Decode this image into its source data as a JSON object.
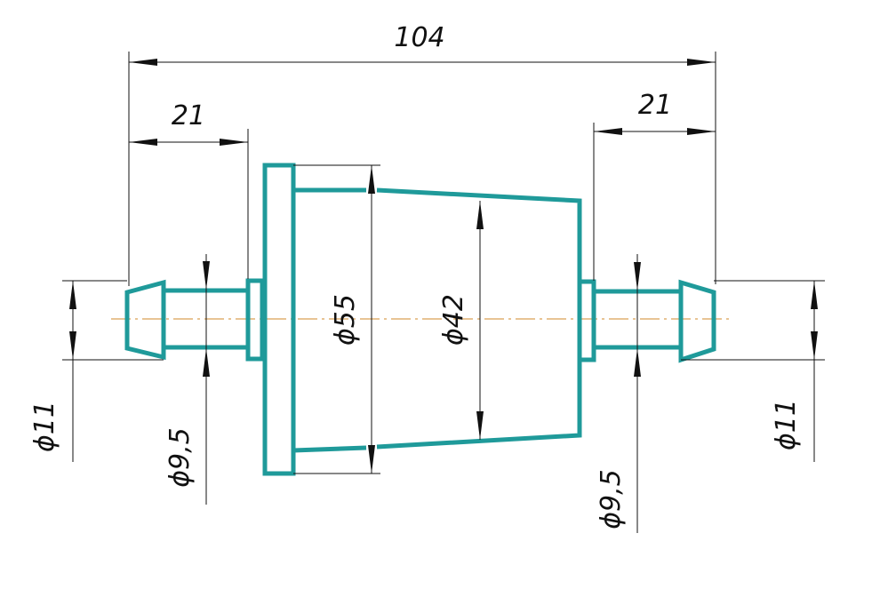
{
  "dimensions": {
    "overall_length": "104",
    "left_fitting_length": "21",
    "right_fitting_length": "21",
    "left_barb_diameter": "ϕ11",
    "left_tube_diameter": "ϕ9,5",
    "flange_diameter": "ϕ55",
    "cone_small_diameter": "ϕ42",
    "right_tube_diameter": "ϕ9,5",
    "right_barb_diameter": "ϕ11"
  },
  "colors": {
    "part_outline": "#1f9a9a",
    "dimension_lines": "#111111",
    "center_axis": "#d28a2a",
    "background": "#ffffff"
  }
}
